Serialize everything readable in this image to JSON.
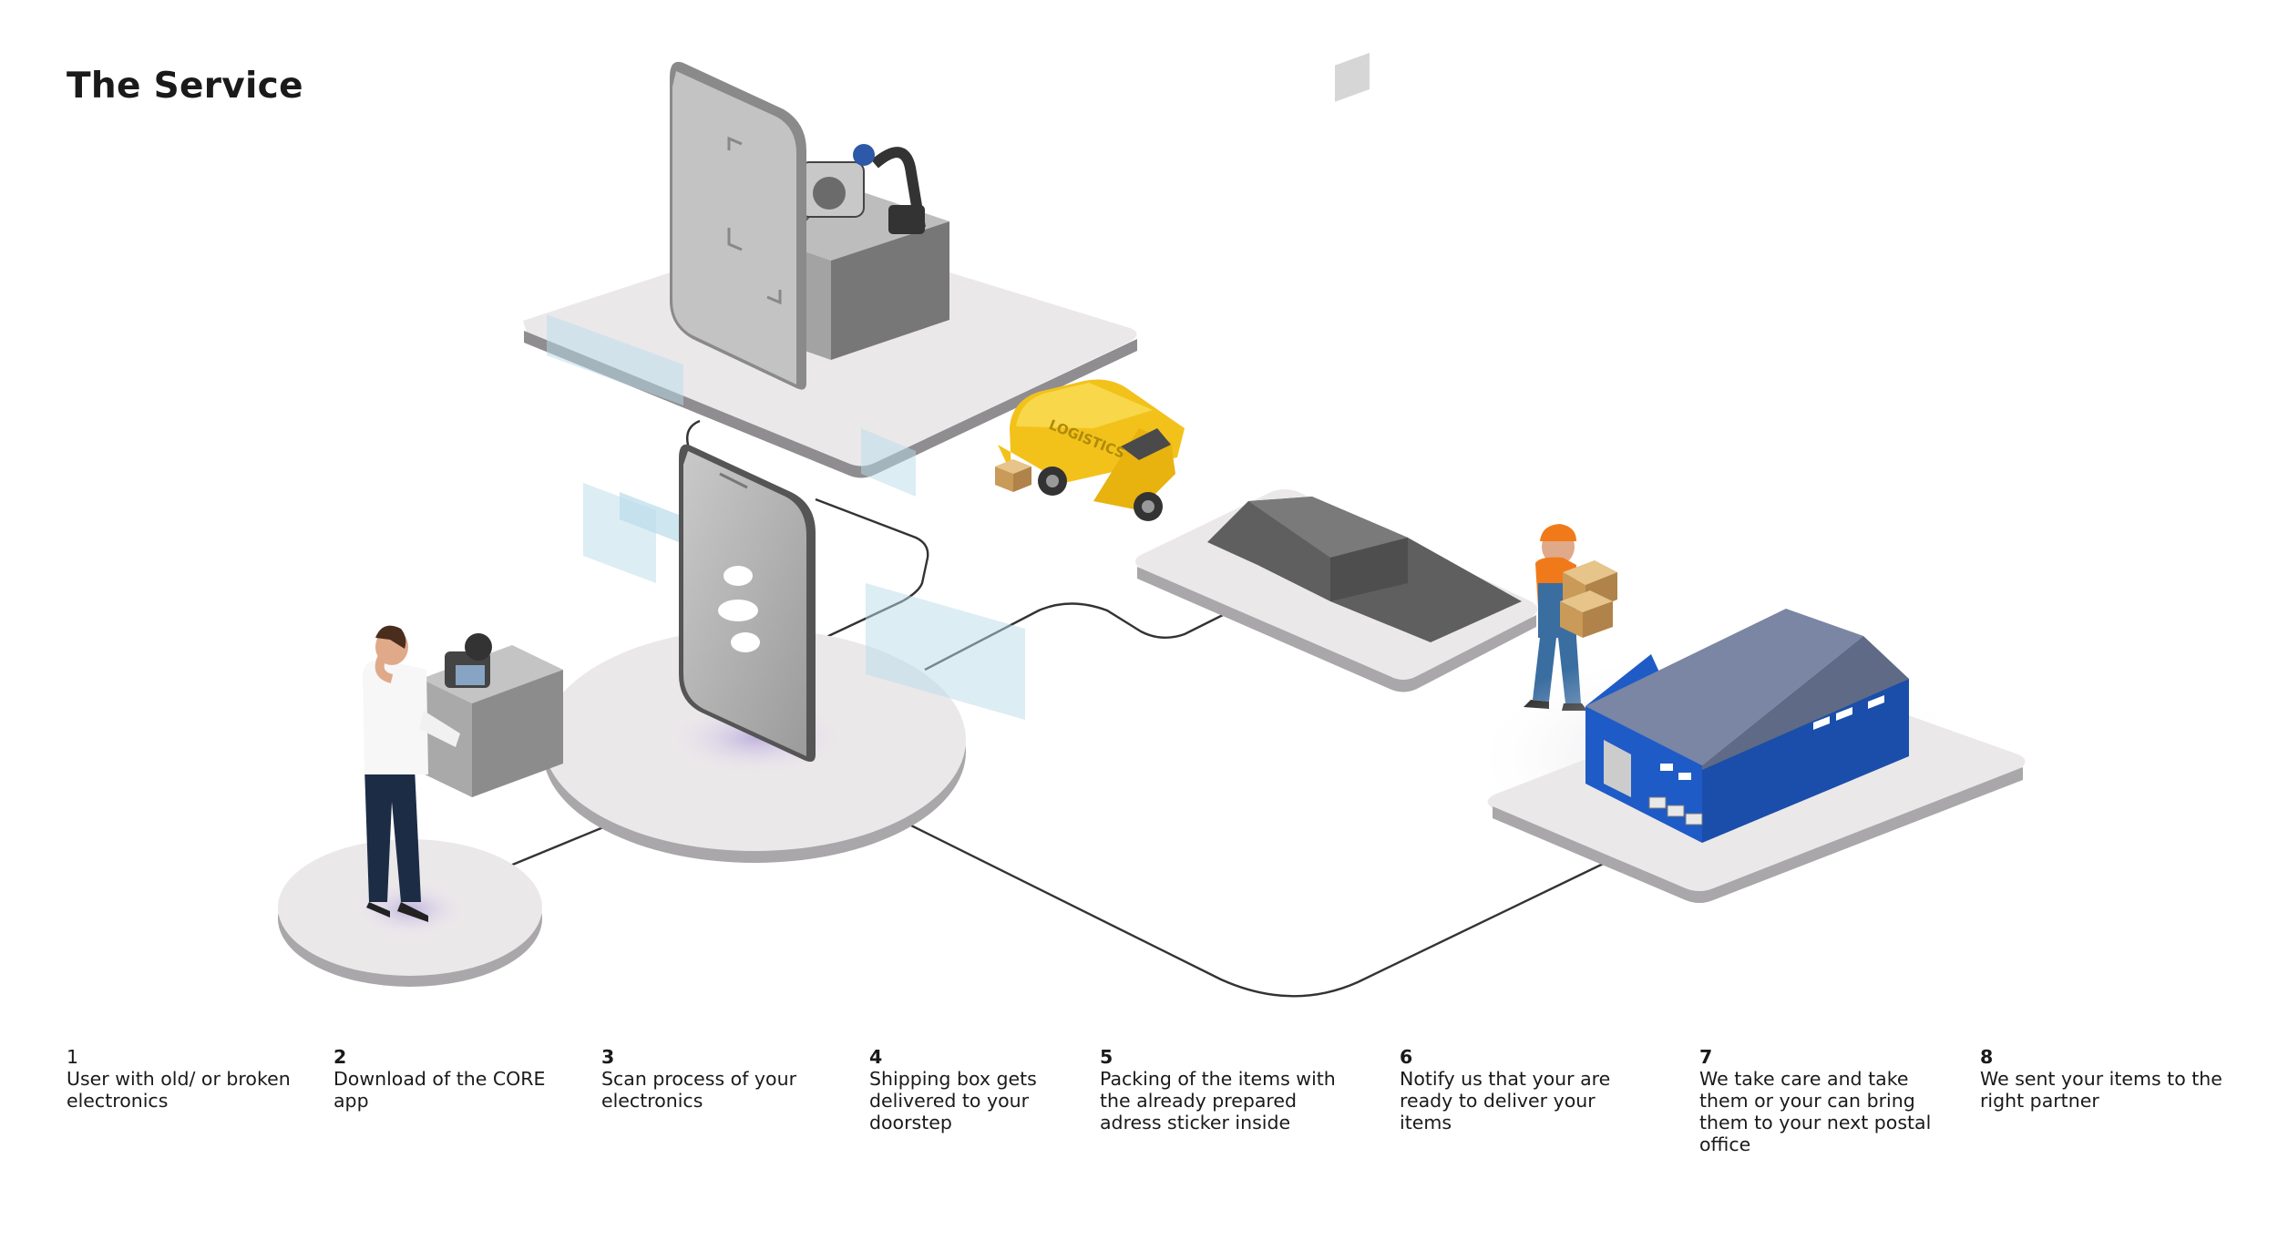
{
  "title": "The Service",
  "vehicle_label": "LOGISTICS",
  "steps": [
    {
      "number": "1",
      "text": "User with old/ or broken electronics"
    },
    {
      "number": "2",
      "text": "Download of the CORE app"
    },
    {
      "number": "3",
      "text": "Scan process of your electronics"
    },
    {
      "number": "4",
      "text": "Shipping box gets delivered to your doorstep"
    },
    {
      "number": "5",
      "text": "Packing of the items with the already prepared adress sticker inside"
    },
    {
      "number": "6",
      "text": "Notify us that your are ready to deliver your items"
    },
    {
      "number": "7",
      "text": "We take care and take them or your can bring them to your next postal office"
    },
    {
      "number": "8",
      "text": "We sent your items to the right partner"
    }
  ],
  "colors": {
    "platform": "#ebe8ea",
    "platform_edge": "#a9a7a9",
    "box": "#9a9a9a",
    "van": "#f2c21b",
    "warehouse": "#1f5bc7",
    "roof": "#6a7691",
    "glass": "#b9dcea",
    "line": "#333333"
  }
}
